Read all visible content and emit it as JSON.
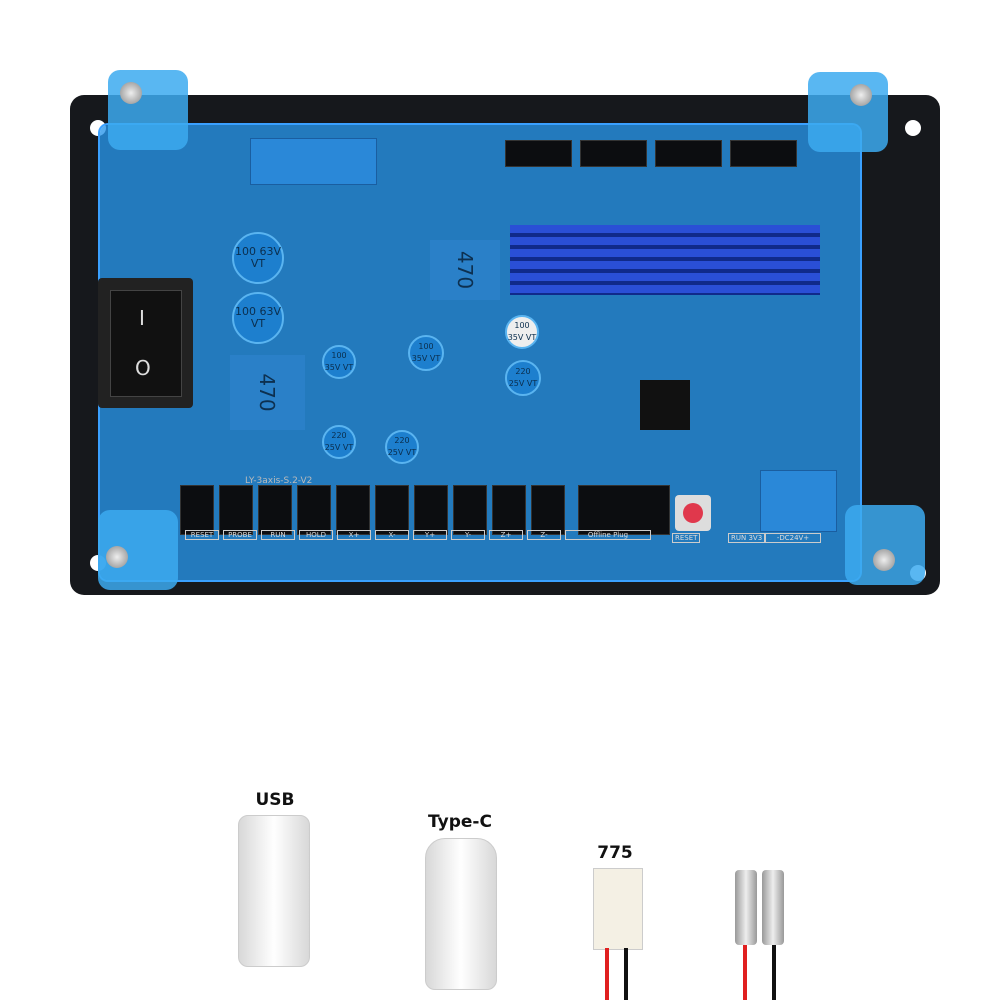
{
  "board": {
    "model": "LY-3axis-S.2-V2",
    "capacitors": [
      "100 63V VT",
      "100 63V VT",
      "100 35V VT",
      "100 35V VT",
      "220 25V VT",
      "100 35V VT",
      "220 25V VT",
      "220 25V VT"
    ],
    "inductors": [
      "470",
      "470"
    ],
    "switch": {
      "on": "I",
      "off": "O"
    },
    "connector_labels": [
      "RESET",
      "PROBE",
      "RUN",
      "HOLD",
      "X+",
      "X-",
      "Y+",
      "Y-",
      "Z+",
      "Z-"
    ],
    "offline_plug": "Offline Plug",
    "reset_button": "RESET",
    "run_led": "RUN 3V3",
    "power_label": "-DC24V+",
    "colors": {
      "acrylic": "#2896eb",
      "pcb": "#16181c",
      "heatsink": "#2a4fd6",
      "reset": "#e0384c"
    }
  },
  "accessories": [
    {
      "label": "USB"
    },
    {
      "label": "Type-C"
    },
    {
      "label": "775"
    },
    {
      "label": ""
    }
  ]
}
